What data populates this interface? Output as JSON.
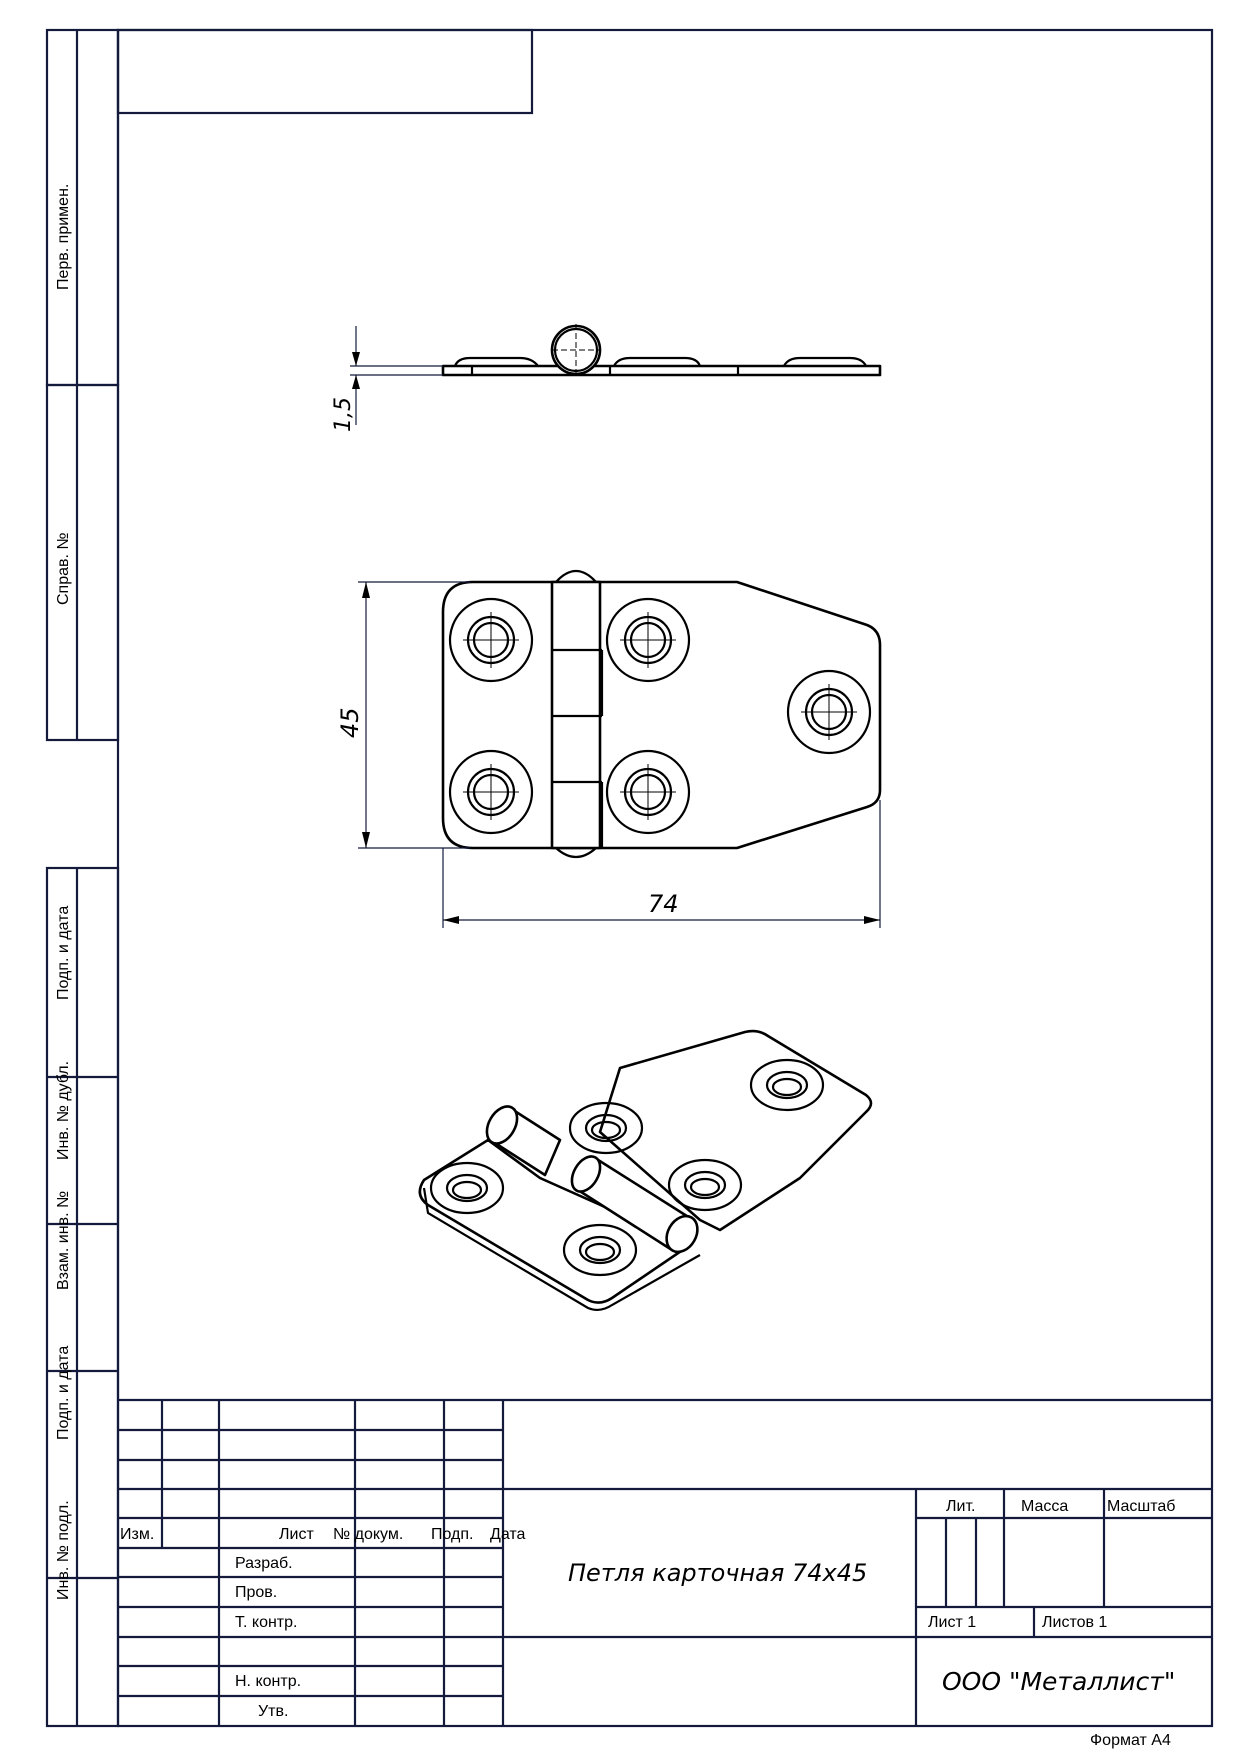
{
  "side_stamps": [
    "Перв. примен.",
    "Справ. №",
    "Подп. и дата",
    "Инв. № дубл.",
    "Взам. инв. №",
    "Подп. и дата",
    "Инв. № подл."
  ],
  "dimensions": {
    "thickness": "1,5",
    "height": "45",
    "width": "74"
  },
  "title_block": {
    "headers": {
      "izm": "Изм.",
      "list": "Лист",
      "doc": "№ докум.",
      "sign": "Подп.",
      "date": "Дата"
    },
    "roles": [
      "Разраб.",
      "Пров.",
      "Т. контр.",
      "",
      "Н. контр.",
      "Утв."
    ],
    "title": "Петля карточная 74x45",
    "lit": "Лит.",
    "mass": "Масса",
    "scale": "Масштаб",
    "sheet": "Лист 1",
    "sheets": "Листов 1",
    "company": "ООО \"Металлист\"",
    "format": "Формат А4"
  }
}
